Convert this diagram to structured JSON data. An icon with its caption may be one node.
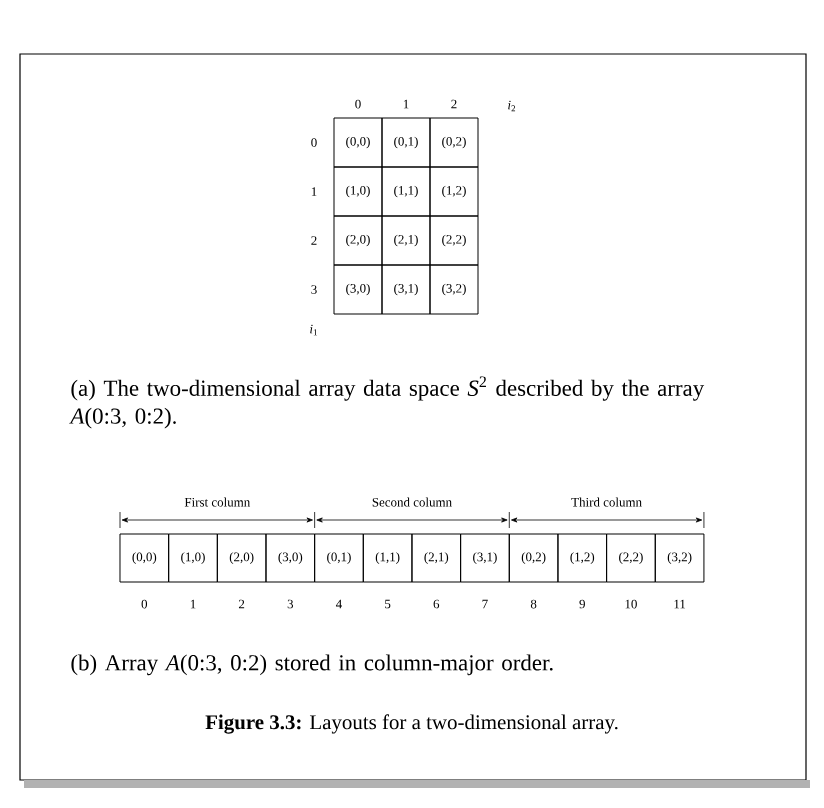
{
  "diagram": {
    "caption": "**Figure 3.3:** Layouts for a two-dimensional array.",
    "nodes": [
      {
        "text": [
          "(0,0)"
        ]
      },
      {
        "text": [
          "(0,1)"
        ]
      },
      {
        "text": [
          "(0,2)"
        ]
      },
      {
        "text": [
          "(1,0)"
        ]
      },
      {
        "text": [
          "(1,1)"
        ]
      },
      {
        "text": [
          "(1,2)"
        ]
      },
      {
        "text": [
          "(2,0)"
        ]
      },
      {
        "text": [
          "(2,1)"
        ]
      },
      {
        "text": [
          "(2,2)"
        ]
      },
      {
        "text": [
          "(3,0)"
        ]
      },
      {
        "text": [
          "(3,1)"
        ]
      },
      {
        "text": [
          "(3,2)"
        ]
      },
      {
        "text": [
          "(0,0)"
        ]
      },
      {
        "text": [
          "(1,0)"
        ]
      },
      {
        "text": [
          "(2,0)"
        ]
      },
      {
        "text": [
          "(3,0)"
        ]
      },
      {
        "text": [
          "(0,1)"
        ]
      },
      {
        "text": [
          "(1,1)"
        ]
      },
      {
        "text": [
          "(2,1)"
        ]
      },
      {
        "text": [
          "(3,1)"
        ]
      },
      {
        "text": [
          "(0,2)"
        ]
      },
      {
        "text": [
          "(1,2)"
        ]
      },
      {
        "text": [
          "(2,2)"
        ]
      },
      {
        "text": [
          "(3,2)"
        ]
      }
    ],
    "labels": [
      "0",
      "1",
      "2",
      "*i*$_{2}$",
      "0",
      "1",
      "2",
      "3",
      "*i*$_{1}$",
      "(a) The two-dimensional array data space *S*$^{2}$ described by the array *A*(0:3, 0:2).",
      "First column",
      "Second column",
      "Third column",
      "0",
      "1",
      "2",
      "3",
      "4",
      "5",
      "6",
      "7",
      "8",
      "9",
      "10",
      "11",
      "(b) Array *A*(0:3, 0:2) stored in column-major order."
    ]
  }
}
